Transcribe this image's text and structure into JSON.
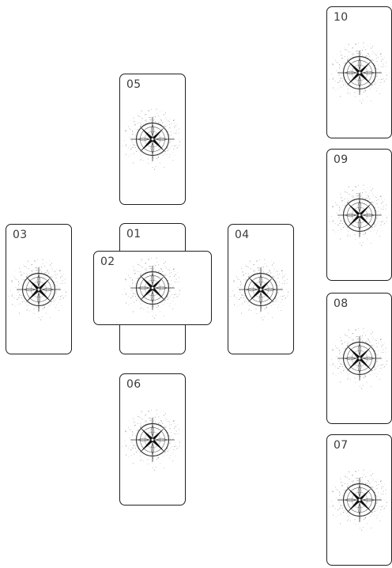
{
  "spread": {
    "cards": [
      {
        "position": "01"
      },
      {
        "position": "02"
      },
      {
        "position": "03"
      },
      {
        "position": "04"
      },
      {
        "position": "05"
      },
      {
        "position": "06"
      },
      {
        "position": "07"
      },
      {
        "position": "08"
      },
      {
        "position": "09"
      },
      {
        "position": "10"
      }
    ]
  },
  "colors": {
    "card_border": "#1f1f1f",
    "ink": "#222222",
    "background": "#ffffff"
  },
  "icons": {
    "card_back": "compass-rose-icon"
  }
}
